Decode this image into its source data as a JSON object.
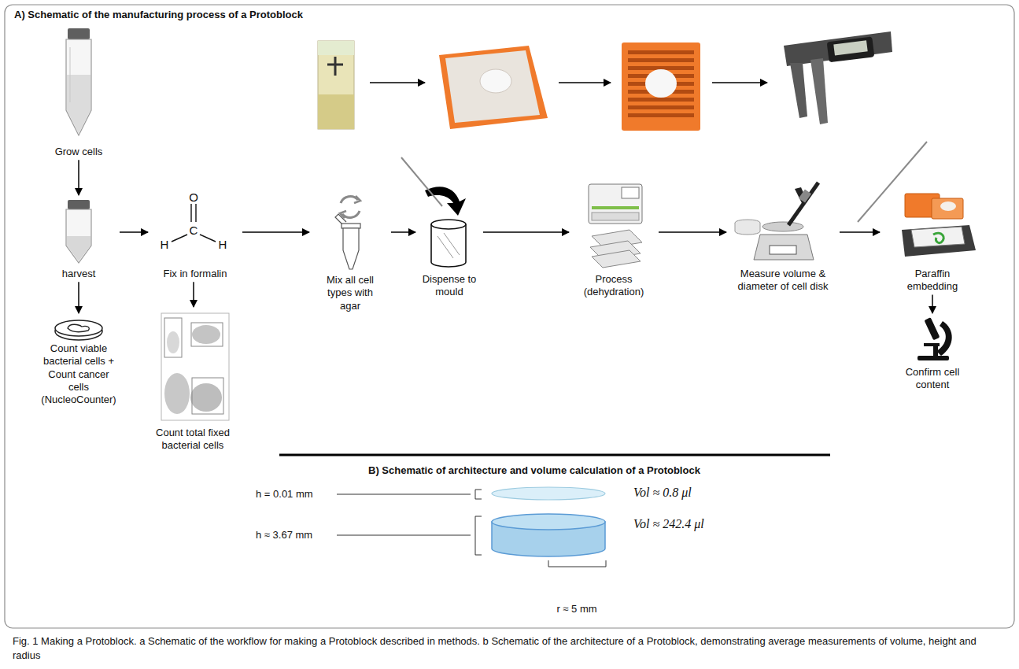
{
  "diagram": {
    "title": "A) Schematic of the manufacturing process of a Protoblock",
    "caption": "Fig. 1 Making a Protoblock. a Schematic of the workflow for making a Protoblock described in methods. b Schematic of the architecture of a Protoblock, demonstrating average measurements of volume, height and radius",
    "nodes": [
      {
        "text": [
          "Grow cells"
        ]
      },
      {
        "text": [
          "harvest"
        ]
      },
      {
        "text": [
          "Fix in formalin"
        ]
      },
      {
        "text": [
          "Mix all cell types with agar"
        ]
      },
      {
        "text": [
          "Dispense to mould"
        ]
      },
      {
        "text": [
          "Process (dehydration)"
        ]
      },
      {
        "text": [
          "Measure volume & diameter of cell disk"
        ]
      },
      {
        "text": [
          "Paraffin embedding"
        ]
      },
      {
        "text": [
          "Confirm cell content"
        ]
      },
      {
        "text": [
          "Count viable bacterial cells + Count cancer cells (NucleoCounter)"
        ]
      },
      {
        "text": [
          "Count total fixed bacterial cells"
        ]
      }
    ],
    "edges": [
      {
        "from": 0,
        "to": 1,
        "arrow": "to"
      },
      {
        "from": 1,
        "to": 2,
        "arrow": "to"
      },
      {
        "from": 1,
        "to": 9,
        "arrow": "to"
      },
      {
        "from": 2,
        "to": 10,
        "arrow": "to"
      },
      {
        "from": 2,
        "to": 3,
        "arrow": "to"
      },
      {
        "from": 3,
        "to": 4,
        "arrow": "to"
      },
      {
        "from": 4,
        "to": 5,
        "arrow": "to"
      },
      {
        "from": 5,
        "to": 6,
        "arrow": "to"
      },
      {
        "from": 6,
        "to": 7,
        "arrow": "to"
      },
      {
        "from": 7,
        "to": 8,
        "arrow": "to"
      }
    ],
    "labels": [
      "O",
      "H",
      "C",
      "H",
      "B) Schematic of architecture and volume calculation of a Protoblock",
      "h = 0.01 mm",
      "Vol ≈ 0.8 μl",
      "h ≈ 3.67 mm",
      "Vol ≈ 242.4 μl",
      "r ≈ 5 mm"
    ]
  }
}
